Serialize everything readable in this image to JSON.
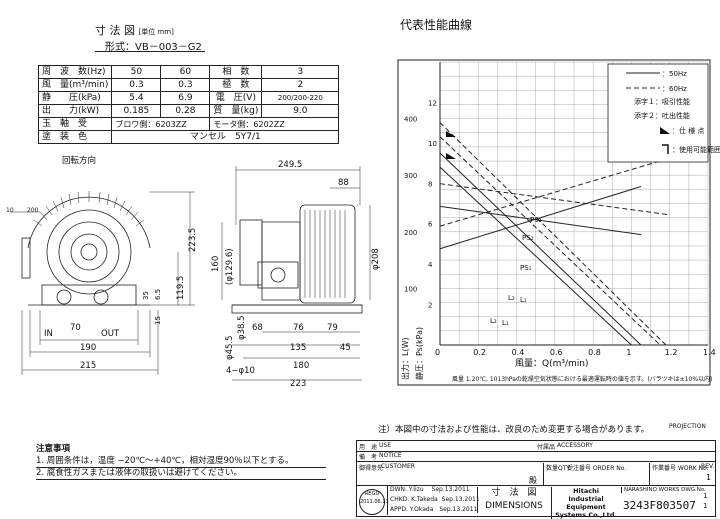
{
  "drawing": {
    "title": "寸 法 図",
    "unit": "[単位 mm]",
    "model": "形式：VB－003－G2",
    "rotation_label": "回転方向"
  },
  "spec": {
    "rows": [
      {
        "label": "周　波　数(Hz)",
        "v50": "50",
        "v60": "60",
        "k2": "相　数",
        "v2": "3"
      },
      {
        "label": "風　量(m³/min)",
        "v50": "0.3",
        "v60": "0.3",
        "k2": "極　数",
        "v2": "2"
      },
      {
        "label": "静　　圧(kPa)",
        "v50": "5.4",
        "v60": "6.9",
        "k2": "電　圧(V)",
        "v2": "200/200-220"
      },
      {
        "label": "出　　力(kW)",
        "v50": "0.185",
        "v60": "0.28",
        "k2": "質　量(kg)",
        "v2": "9.0"
      }
    ],
    "bearing_label": "玉　軸　受",
    "bearing_blower": "ブロワ側：6203ZZ",
    "bearing_motor": "モータ側：6202ZZ",
    "paint_label": "塗　装　色",
    "paint_value": "マンセル　5Y7/1"
  },
  "dims": {
    "d1": "249.5",
    "d2": "88",
    "d3": "160",
    "d4": "(φ129.6)",
    "d5": "φ208",
    "d6": "223.5",
    "d7": "119.5",
    "d8": "35",
    "d9": "6.5",
    "d10": "15",
    "d11": "10",
    "d12": "200",
    "in": "IN",
    "d70": "70",
    "out": "OUT",
    "d190": "190",
    "d215": "215",
    "d68": "68",
    "d76": "76",
    "d79": "79",
    "d45a": "φ45.5",
    "d38": "φ38.5",
    "d135": "135",
    "d45": "45",
    "d180": "180",
    "d10h": "4−φ10",
    "d223": "223"
  },
  "chart_data": {
    "type": "line",
    "title": "代表性能曲線",
    "xlabel": "風量：Q(m³/min)",
    "ylabel_left": "出力：L(W)",
    "ylabel_right": "静圧：Ps(kPa)",
    "x_ticks": [
      "0",
      "0.2",
      "0.4",
      "0.6",
      "0.8",
      "1",
      "1.2",
      "1.4"
    ],
    "ps_ticks": [
      "2",
      "4",
      "6",
      "8",
      "10",
      "12"
    ],
    "l_ticks": [
      "100",
      "200",
      "300",
      "400"
    ],
    "xlim": [
      0,
      1.4
    ],
    "ps_lim": [
      0,
      14
    ],
    "series": [
      {
        "name": "PS₂",
        "hz": "60",
        "kind": "ps",
        "x": [
          0,
          1.18
        ],
        "y": [
          11.0,
          0
        ]
      },
      {
        "name": "PS₁",
        "hz": "50",
        "kind": "ps",
        "x": [
          0,
          1.05
        ],
        "y": [
          9.5,
          0
        ]
      },
      {
        "name": "PS₂",
        "hz": "60",
        "kind": "ps",
        "x": [
          0,
          1.15
        ],
        "y": [
          10.3,
          0
        ]
      },
      {
        "name": "PS₁",
        "hz": "50",
        "kind": "ps",
        "x": [
          0,
          1.0
        ],
        "y": [
          8.8,
          0
        ]
      },
      {
        "name": "L₂",
        "hz": "60",
        "kind": "l",
        "x": [
          0,
          1.2
        ],
        "y": [
          285,
          230
        ]
      },
      {
        "name": "L₁",
        "hz": "50",
        "kind": "l",
        "x": [
          0,
          1.05
        ],
        "y": [
          245,
          195
        ]
      },
      {
        "name": "L₂",
        "hz": "60",
        "kind": "l",
        "x": [
          0,
          1.2
        ],
        "y": [
          210,
          330
        ]
      },
      {
        "name": "L₁",
        "hz": "50",
        "kind": "l",
        "x": [
          0,
          1.05
        ],
        "y": [
          170,
          280
        ]
      }
    ],
    "legend": [
      {
        "label": "：50Hz"
      },
      {
        "label": "：60Hz"
      },
      {
        "label": "添字１：吸引性能"
      },
      {
        "label": "添字２：吐出性能"
      },
      {
        "label": "：仕 様 点"
      },
      {
        "label": "：使用可能範囲"
      }
    ],
    "label_ps2": "PS₂",
    "label_ps2b": "PS₂",
    "label_ps1": "PS₁",
    "label_l2": "L₂",
    "label_l1": "L₁",
    "label_l2b": "L₂",
    "label_l1b": "L₁",
    "footnote": "風量 1.20℃, 1013hPaの乾燥空気状態における最適運転時の値を示す。(バラツキは±10%以内)"
  },
  "notes": {
    "change_note": "注）本図中の寸法および性能は、改良のため変更する場合があります。",
    "heading": "注意事項",
    "item1": "1. 周囲条件は，温度 −20℃〜+40℃，相対湿度90％以下とする。",
    "item2": "2. 腐食性ガスまたは液体の取扱いは避けてください。"
  },
  "titleblock": {
    "projection": "PROJECTION",
    "usage_label": "用　途",
    "usage_value": "USE",
    "accessory_label": "付属品",
    "accessory_value": "ACCESSORY",
    "remarks_label": "備　考",
    "remarks_value": "NOTICE",
    "customer_label": "御得意先",
    "customer_value": "CUSTOMER",
    "qty_label": "数量QTY.",
    "order_label": "受注番号 ORDER No.",
    "work_label": "作業番号 WORK No.",
    "rev_label": "REV.",
    "rev_value": "1",
    "dono": "殿",
    "regd": "REGD",
    "regd_date": "2011.06.13",
    "dwn": "DWN.",
    "dwn_name": "Y.Iizu",
    "chkd": "CHKD.",
    "chkd_name": "K.Takeda",
    "appd": "APPD.",
    "appd_name": "Y.Okada",
    "dwn_date": "Sep.13.2011",
    "chkd_date": "Sep.13.2011",
    "appd_date": "Sep.13.2011",
    "doc_title_jp": "寸　法　図",
    "doc_title_en": "DIMENSIONS",
    "company1": "Hitachi",
    "company2": "Industrial Equipment",
    "company3": "Systems Co.,Ltd.",
    "dwg_label": "NARASHINO WORKS DWG.No.",
    "dwg_no": "3243F803507",
    "sheet1": "1",
    "sheet2": "1",
    "arrow_label": "→"
  }
}
